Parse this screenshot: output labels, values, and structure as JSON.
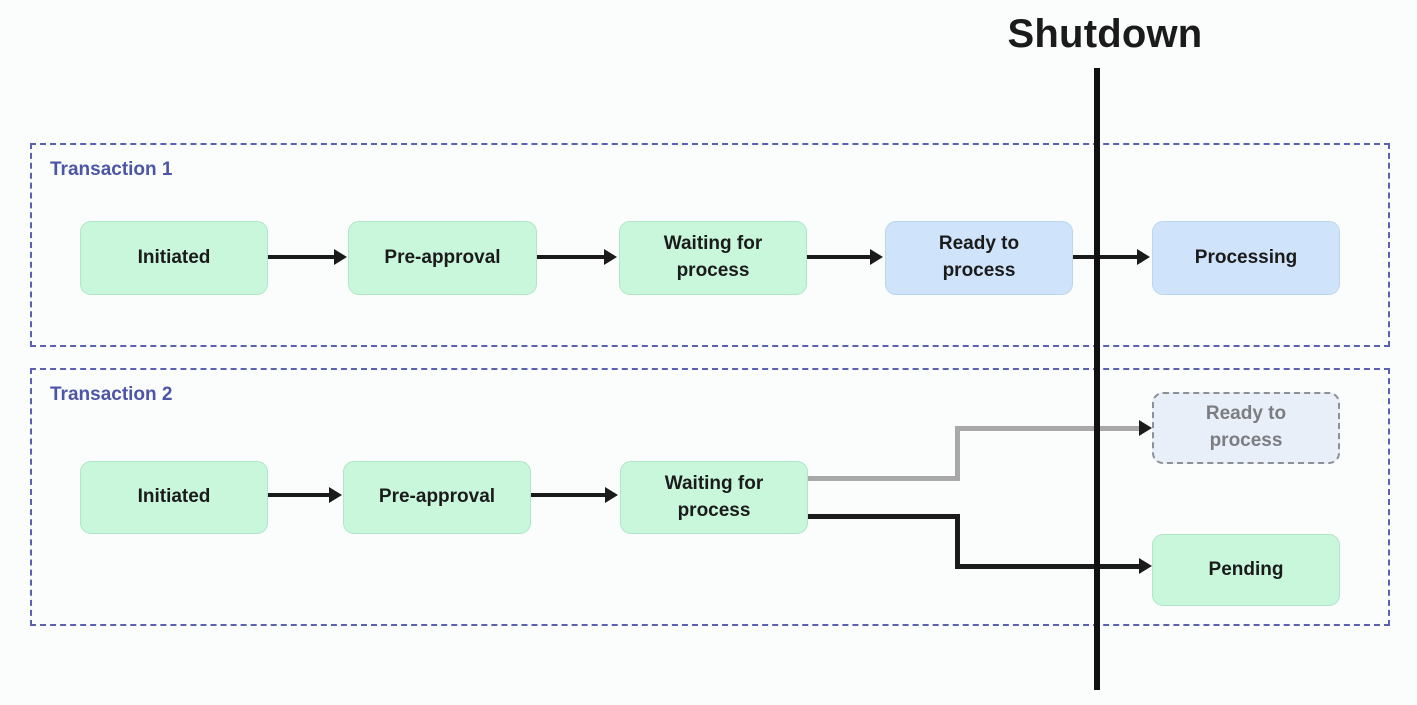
{
  "diagram": {
    "title_marker": "Shutdown",
    "background_color": "#fbfdfc",
    "accent_color": "#4d55a6",
    "node_green": "#c8f7dc",
    "node_blue": "#cfe4fa",
    "node_ghost": "#e9eff9"
  },
  "transactions": [
    {
      "label": "Transaction 1",
      "nodes": [
        {
          "id": "t1-initiated",
          "label": "Initiated",
          "style": "green"
        },
        {
          "id": "t1-preapproval",
          "label": "Pre-approval",
          "style": "green"
        },
        {
          "id": "t1-waiting",
          "label": "Waiting for\nprocess",
          "line1": "Waiting for",
          "line2": "process",
          "style": "green"
        },
        {
          "id": "t1-ready",
          "label": "Ready to\nprocess",
          "line1": "Ready to",
          "line2": "process",
          "style": "blue"
        },
        {
          "id": "t1-processing",
          "label": "Processing",
          "style": "blue"
        }
      ]
    },
    {
      "label": "Transaction 2",
      "nodes": [
        {
          "id": "t2-initiated",
          "label": "Initiated",
          "style": "green"
        },
        {
          "id": "t2-preapproval",
          "label": "Pre-approval",
          "style": "green"
        },
        {
          "id": "t2-waiting",
          "label": "Waiting for\nprocess",
          "line1": "Waiting for",
          "line2": "process",
          "style": "green"
        },
        {
          "id": "t2-ready",
          "label": "Ready to\nprocess",
          "line1": "Ready to",
          "line2": "process",
          "style": "ghost"
        },
        {
          "id": "t2-pending",
          "label": "Pending",
          "style": "green"
        }
      ]
    }
  ]
}
